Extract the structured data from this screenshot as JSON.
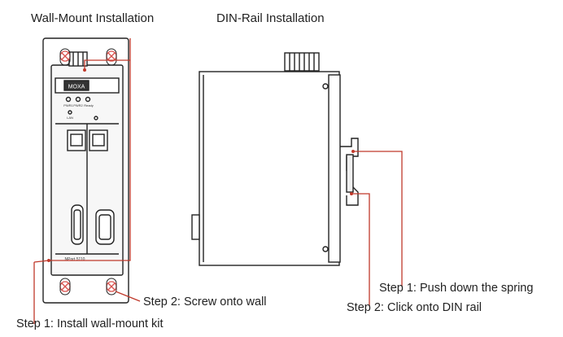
{
  "titles": {
    "wall_mount": "Wall-Mount Installation",
    "din_rail": "DIN-Rail Installation"
  },
  "device": {
    "brand": "MOXA",
    "led_labels": [
      "PWR1",
      "PWR2",
      "Ready"
    ],
    "lan_label": "LAN",
    "model": "NPort 5110"
  },
  "wall_mount_steps": {
    "step1": "Step 1: Install wall-mount kit",
    "step2": "Step 2: Screw onto wall"
  },
  "din_rail_steps": {
    "step1": "Step 1: Push down the spring",
    "step2": "Step 2: Click onto DIN rail"
  },
  "colors": {
    "callout_line": "#c0392b",
    "screw": "#d9534f",
    "outline": "#222222"
  }
}
